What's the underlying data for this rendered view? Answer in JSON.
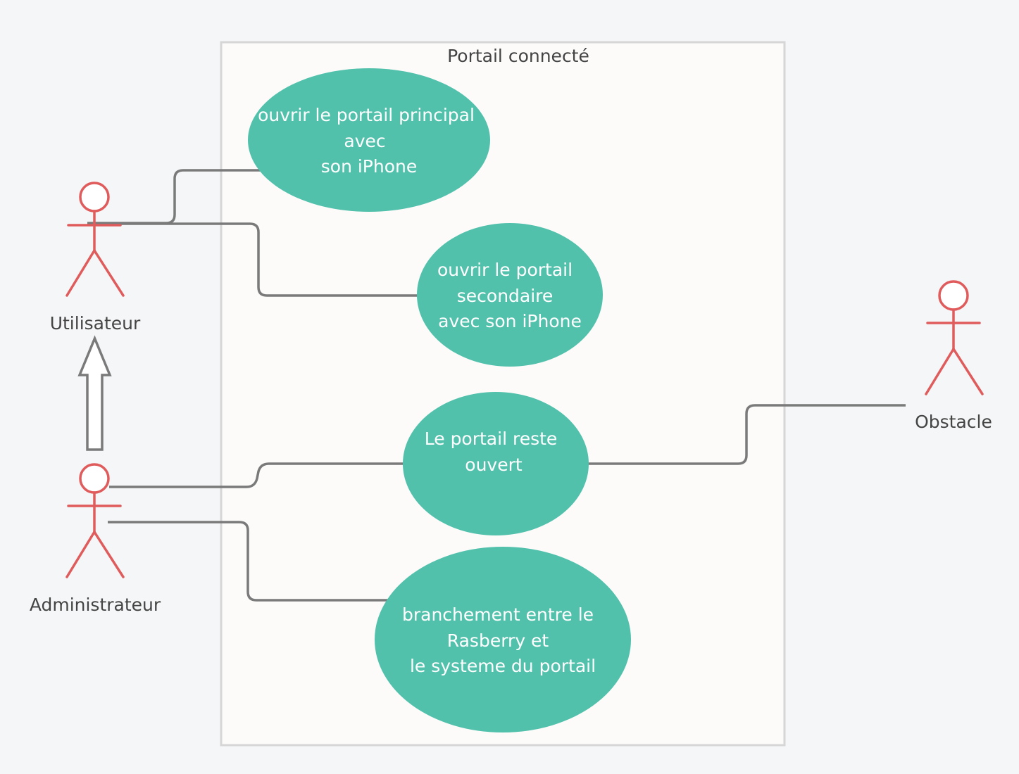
{
  "system": {
    "title": "Portail connecté"
  },
  "actors": {
    "utilisateur": {
      "label": "Utilisateur"
    },
    "administrateur": {
      "label": "Administrateur"
    },
    "obstacle": {
      "label": "Obstacle"
    }
  },
  "use_cases": {
    "uc1": {
      "lines": [
        "ouvrir le portail principal",
        "avec",
        "son iPhone"
      ]
    },
    "uc2": {
      "lines": [
        "ouvrir le portail",
        "secondaire",
        "avec son iPhone"
      ]
    },
    "uc3": {
      "lines": [
        "Le portail reste",
        "ouvert"
      ]
    },
    "uc4": {
      "lines": [
        "branchement entre le",
        "Rasberry et",
        "le systeme du portail"
      ]
    }
  },
  "colors": {
    "use_case_fill": "#52c1ac",
    "actor_stroke": "#e05c5c",
    "connector": "#7a7a7a",
    "system_fill": "#fcfbfa",
    "system_border": "#d6d6d6",
    "text": "#444444",
    "use_case_text": "#ffffff"
  }
}
